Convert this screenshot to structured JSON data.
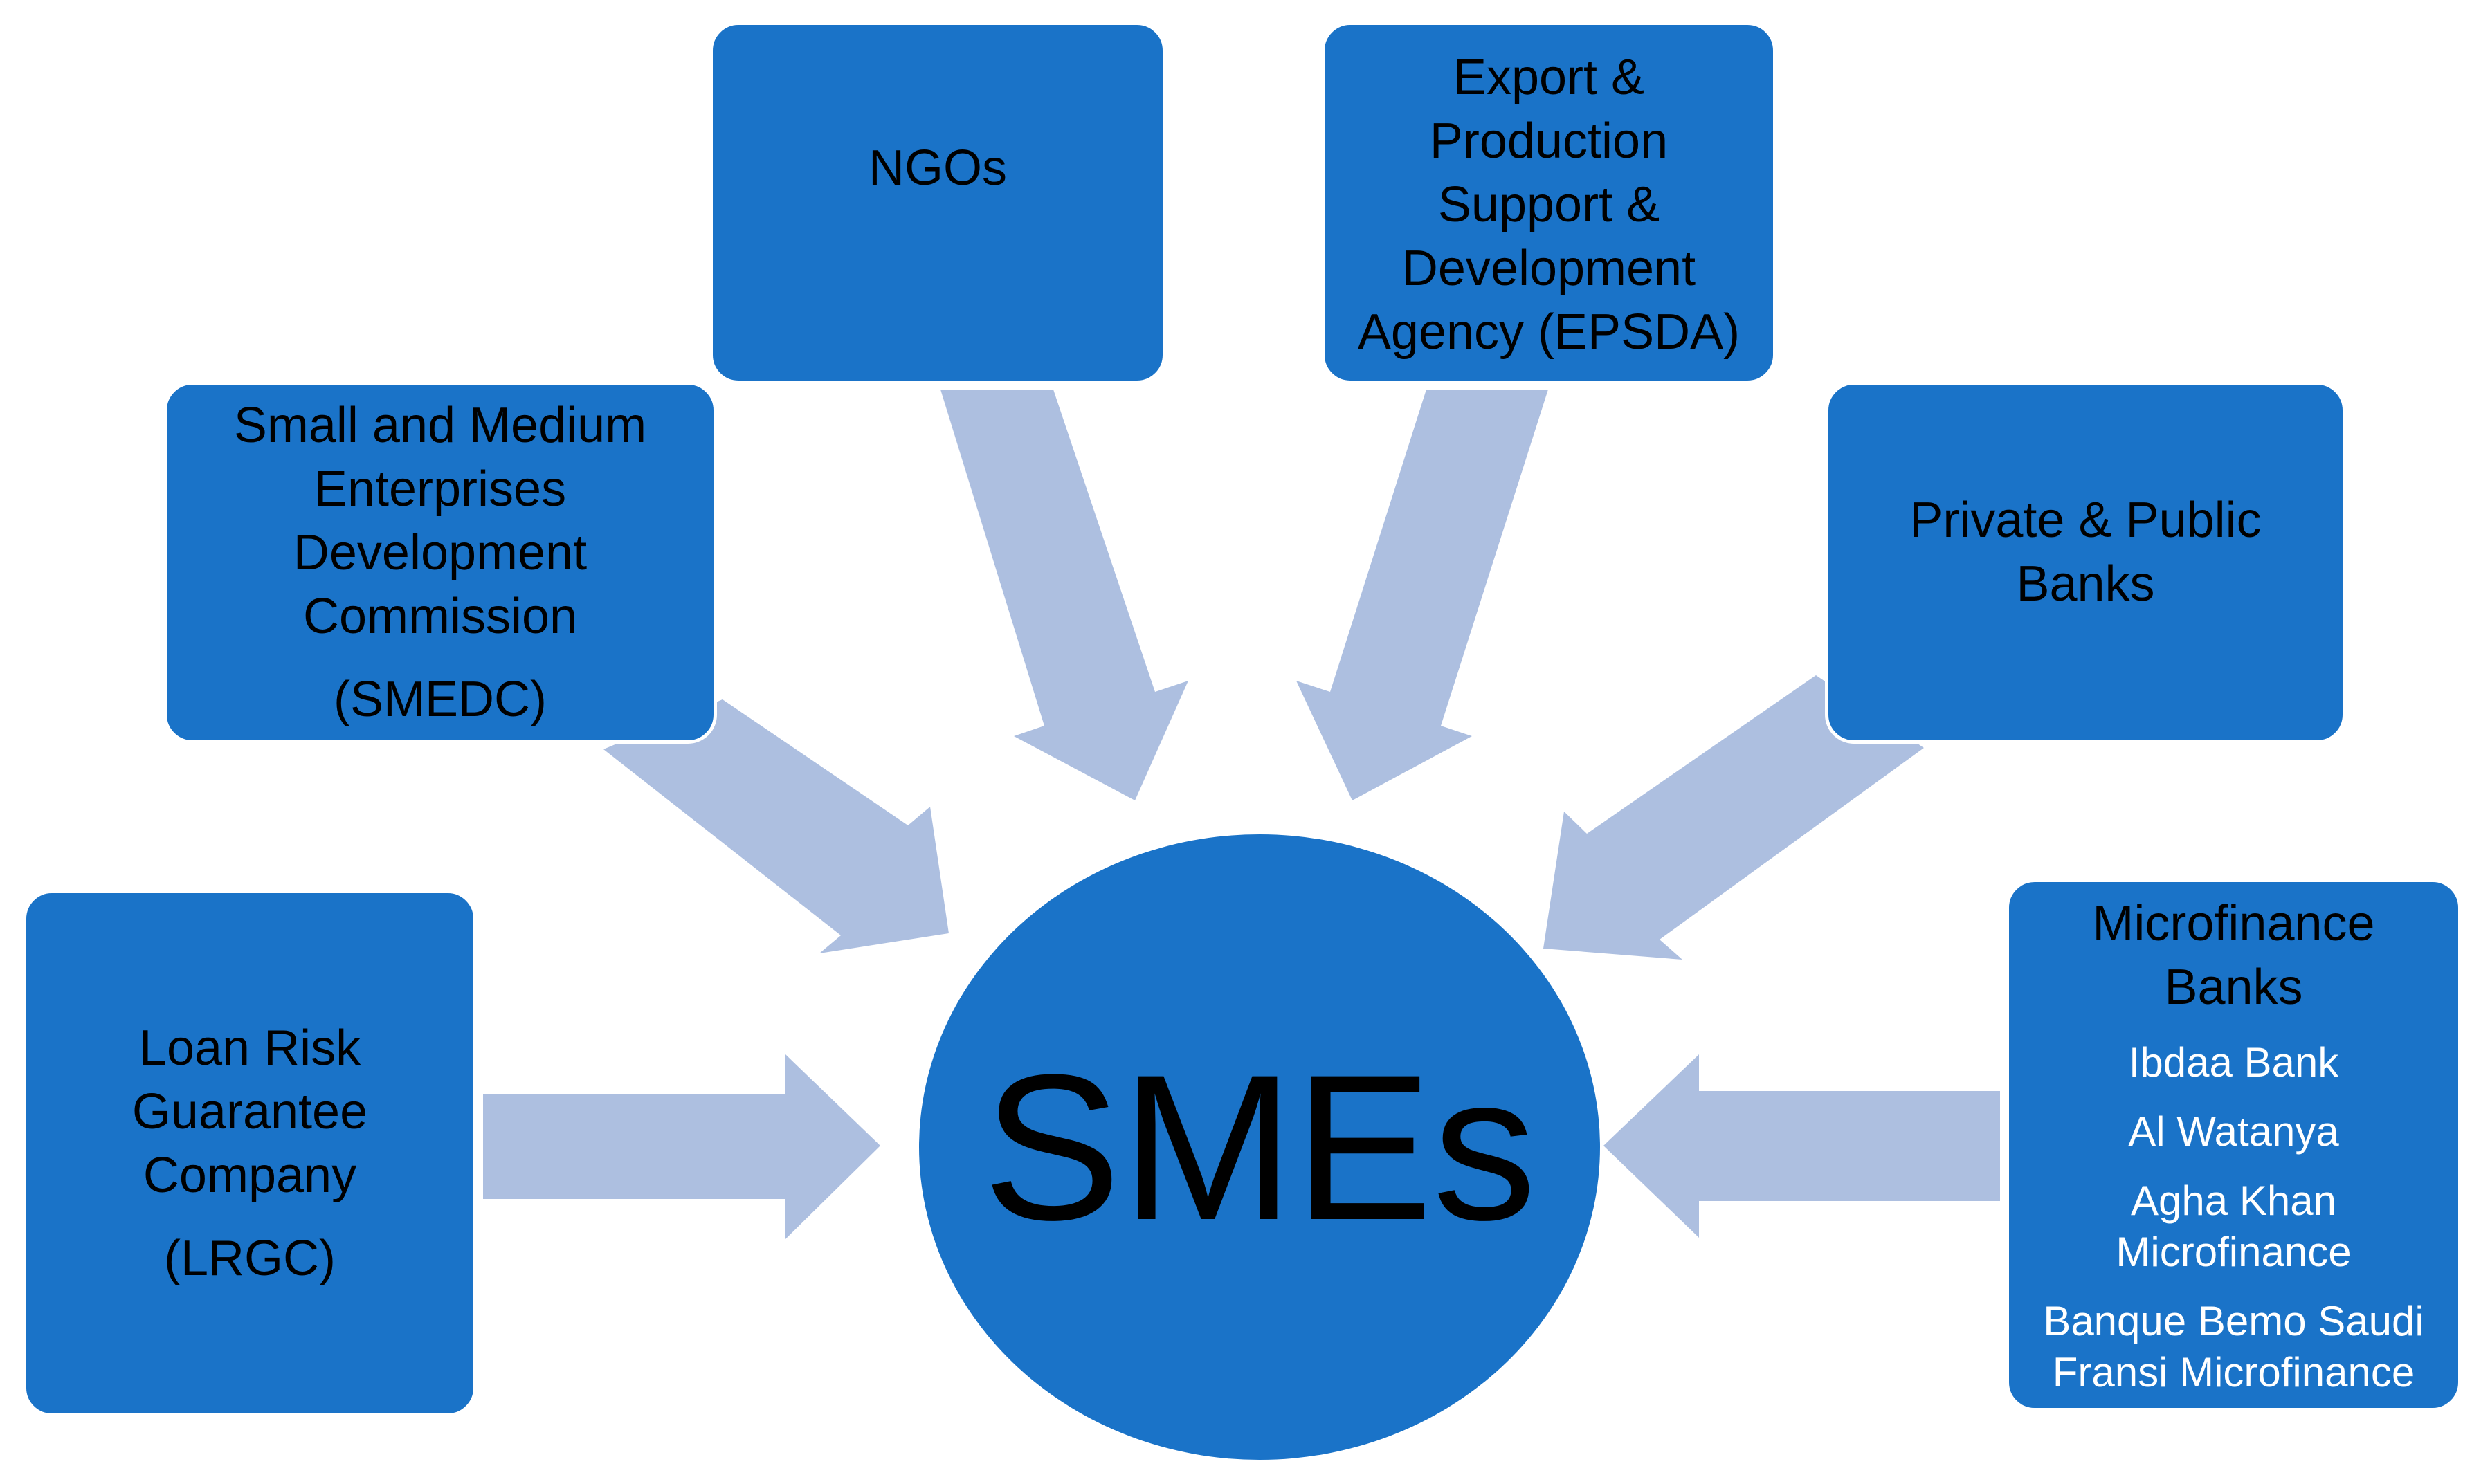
{
  "center": {
    "label": "SMEs"
  },
  "colors": {
    "box": "#1a73c8",
    "arrow": "#adbfe0",
    "text": "#000000",
    "bank_text": "#ffffff"
  },
  "nodes": {
    "lrgc": {
      "line1": "Loan Risk",
      "line2": "Guarantee",
      "line3": "Company",
      "line4": "(LRGC)"
    },
    "smedc": {
      "line1": "Small and Medium",
      "line2": "Enterprises",
      "line3": "Development",
      "line4": "Commission",
      "line5": "(SMEDC)"
    },
    "ngos": {
      "line1": "NGOs"
    },
    "epsda": {
      "line1": "Export &",
      "line2": "Production",
      "line3": "Support &",
      "line4": "Development",
      "line5": "Agency (EPSDA)"
    },
    "banks": {
      "line1": "Private & Public",
      "line2": "Banks"
    },
    "microfinance": {
      "title1": "Microfinance",
      "title2": "Banks",
      "entries": [
        {
          "line1": "Ibdaa Bank"
        },
        {
          "line1": "Al Watanya"
        },
        {
          "line1": "Agha Khan",
          "line2": "Microfinance"
        },
        {
          "line1": "Banque Bemo Saudi",
          "line2": "Fransi Microfinance"
        }
      ]
    }
  }
}
